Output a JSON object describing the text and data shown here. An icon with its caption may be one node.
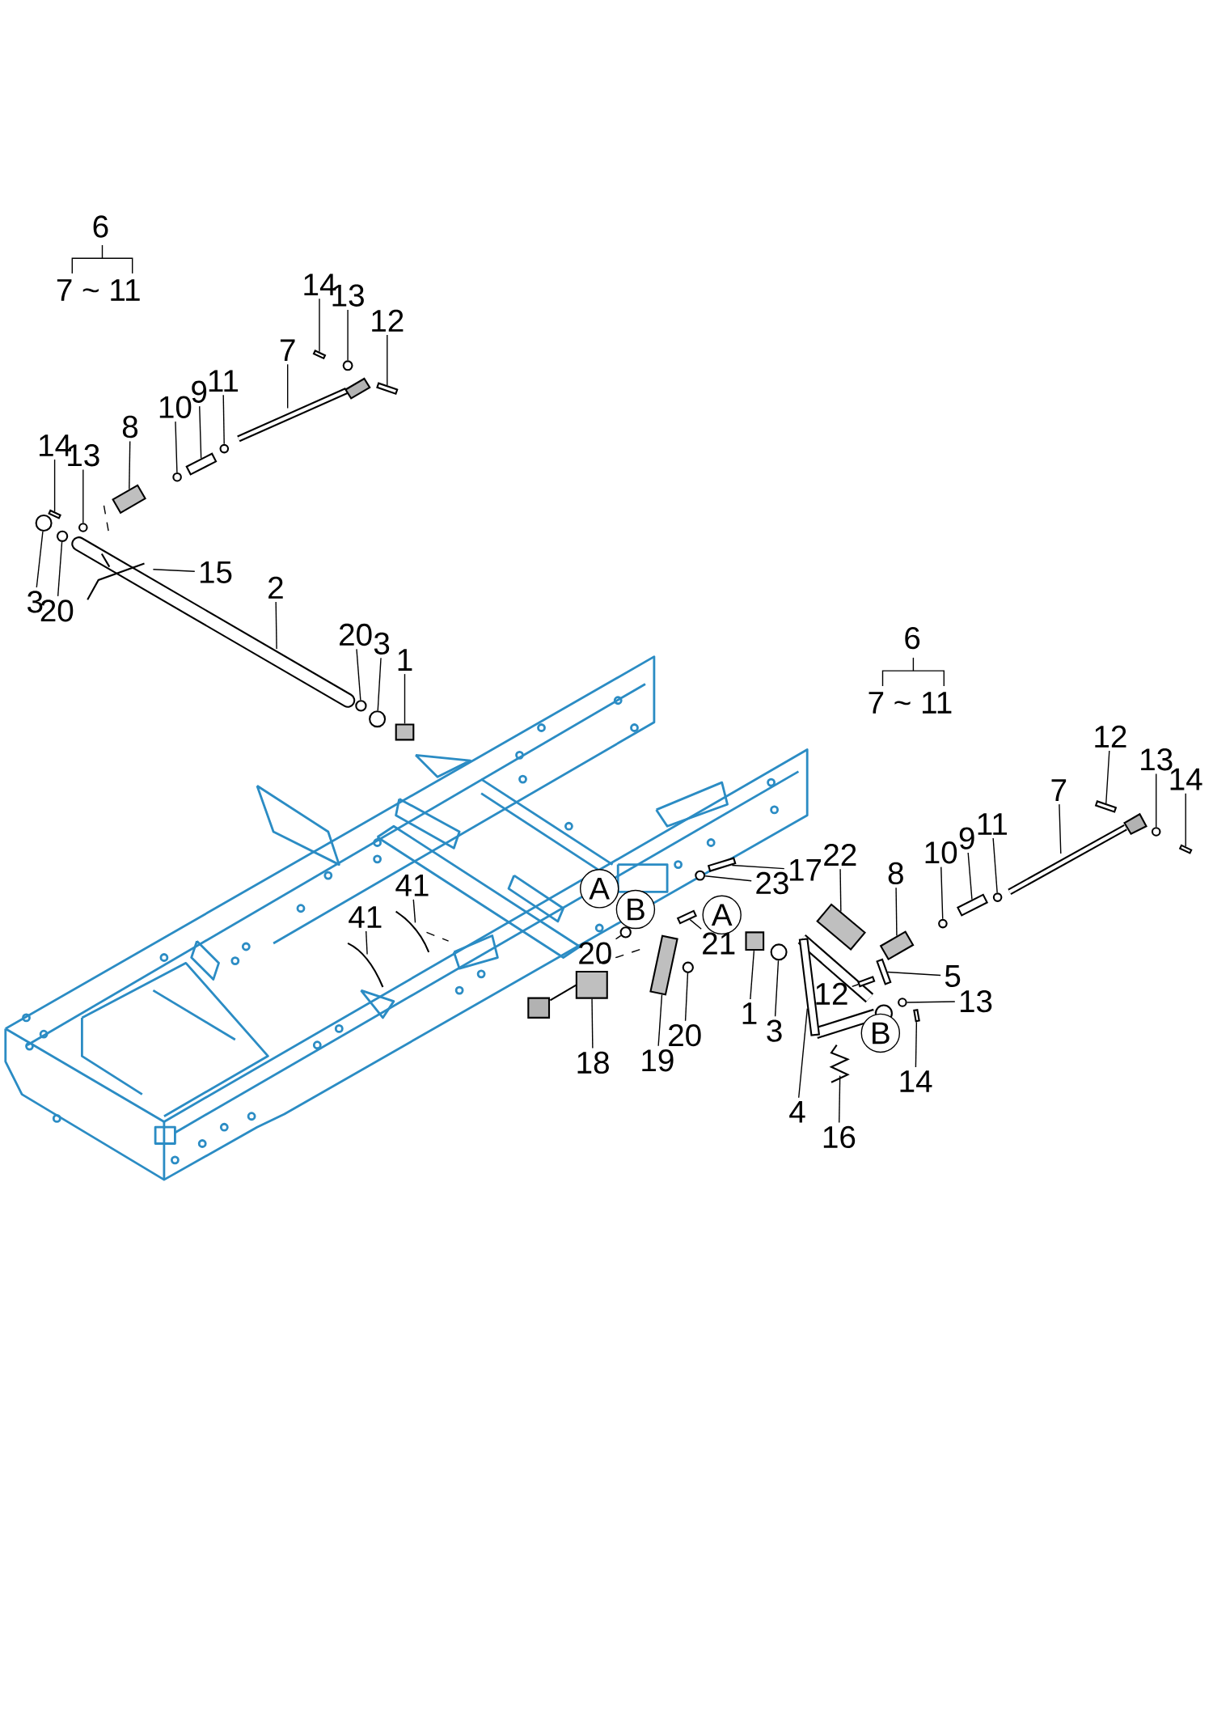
{
  "diagram": {
    "nodes": [
      {
        "text": [
          "14"
        ]
      },
      {
        "text": [
          "13"
        ]
      },
      {
        "text": [
          "12"
        ]
      },
      {
        "text": [
          "7"
        ]
      },
      {
        "text": [
          "11"
        ]
      },
      {
        "text": [
          "9"
        ]
      },
      {
        "text": [
          "10"
        ]
      },
      {
        "text": [
          "8"
        ]
      },
      {
        "text": [
          "14"
        ]
      },
      {
        "text": [
          "13"
        ]
      },
      {
        "text": [
          "15"
        ]
      },
      {
        "text": [
          "3"
        ]
      },
      {
        "text": [
          "20"
        ]
      },
      {
        "text": [
          "2"
        ]
      },
      {
        "text": [
          "20"
        ]
      },
      {
        "text": [
          "3"
        ]
      },
      {
        "text": [
          "1"
        ]
      },
      {
        "text": [
          "12"
        ]
      },
      {
        "text": [
          "13"
        ]
      },
      {
        "text": [
          "14"
        ]
      },
      {
        "text": [
          "7"
        ]
      },
      {
        "text": [
          "11"
        ]
      },
      {
        "text": [
          "9"
        ]
      },
      {
        "text": [
          "10"
        ]
      },
      {
        "text": [
          "22"
        ]
      },
      {
        "text": [
          "17"
        ]
      },
      {
        "text": [
          "8"
        ]
      },
      {
        "text": [
          "23"
        ]
      },
      {
        "text": [
          "A"
        ]
      },
      {
        "text": [
          "41"
        ]
      },
      {
        "text": [
          "B"
        ]
      },
      {
        "text": [
          "A"
        ]
      },
      {
        "text": [
          "41"
        ]
      },
      {
        "text": [
          "21"
        ]
      },
      {
        "text": [
          "20"
        ]
      },
      {
        "text": [
          "5"
        ]
      },
      {
        "text": [
          "12"
        ]
      },
      {
        "text": [
          "13"
        ]
      },
      {
        "text": [
          "1"
        ]
      },
      {
        "text": [
          "3"
        ]
      },
      {
        "text": [
          "B"
        ]
      },
      {
        "text": [
          "20"
        ]
      },
      {
        "text": [
          "19"
        ]
      },
      {
        "text": [
          "18"
        ]
      },
      {
        "text": [
          "14"
        ]
      },
      {
        "text": [
          "4"
        ]
      },
      {
        "text": [
          "16"
        ]
      },
      {
        "text": [],
        "shape": "bar"
      },
      {
        "text": [],
        "shape": "circle"
      },
      {
        "text": [],
        "shape": "bar"
      },
      {
        "text": [],
        "shape": "circle"
      },
      {
        "text": [],
        "shape": "bar"
      },
      {
        "text": [],
        "shape": "circle"
      },
      {
        "text": [],
        "shape": "box"
      },
      {
        "text": [],
        "shape": "bar"
      },
      {
        "text": [],
        "shape": "circle"
      },
      {
        "text": [],
        "shape": "circle"
      },
      {
        "text": [],
        "shape": "circle"
      },
      {
        "text": [],
        "shape": "circle"
      },
      {
        "text": [],
        "shape": "circle"
      },
      {
        "text": [],
        "shape": "box"
      },
      {
        "text": [],
        "shape": "bar"
      },
      {
        "text": [],
        "shape": "circle"
      },
      {
        "text": [],
        "shape": "bar"
      },
      {
        "text": [],
        "shape": "circle"
      },
      {
        "text": [],
        "shape": "bar"
      },
      {
        "text": [],
        "shape": "circle"
      },
      {
        "text": [],
        "shape": "box"
      },
      {
        "text": [],
        "shape": "bar"
      },
      {
        "text": [],
        "shape": "box"
      },
      {
        "text": [],
        "shape": "circle"
      },
      {
        "text": [],
        "shape": "bar"
      },
      {
        "text": [],
        "shape": "circle"
      },
      {
        "text": [],
        "shape": "bar"
      },
      {
        "text": [],
        "shape": "bar"
      },
      {
        "text": [],
        "shape": "circle"
      },
      {
        "text": [],
        "shape": "box"
      },
      {
        "text": [],
        "shape": "circle"
      },
      {
        "text": [],
        "shape": "circle"
      },
      {
        "text": [],
        "shape": "box"
      },
      {
        "text": [],
        "shape": "box"
      },
      {
        "text": [],
        "shape": "bar"
      },
      {
        "text": [],
        "shape": "bar"
      }
    ],
    "edges": [
      {
        "from": 0,
        "to": 47,
        "arrow": "none"
      },
      {
        "from": 1,
        "to": 48,
        "arrow": "none"
      },
      {
        "from": 2,
        "to": 49,
        "arrow": "none"
      },
      {
        "from": 3,
        "to": null,
        "arrow": "none"
      },
      {
        "from": 4,
        "to": 50,
        "arrow": "none"
      },
      {
        "from": 5,
        "to": 51,
        "arrow": "none"
      },
      {
        "from": 6,
        "to": 52,
        "arrow": "none"
      },
      {
        "from": 7,
        "to": 53,
        "arrow": "none"
      },
      {
        "from": 8,
        "to": 54,
        "arrow": "none"
      },
      {
        "from": 9,
        "to": 55,
        "arrow": "none"
      },
      {
        "from": 10,
        "to": null,
        "arrow": "none"
      },
      {
        "from": 11,
        "to": 56,
        "arrow": "none"
      },
      {
        "from": 12,
        "to": 57,
        "arrow": "none"
      },
      {
        "from": 13,
        "to": null,
        "arrow": "none"
      },
      {
        "from": 14,
        "to": 58,
        "arrow": "none"
      },
      {
        "from": 15,
        "to": 59,
        "arrow": "none"
      },
      {
        "from": 16,
        "to": 60,
        "arrow": "none"
      },
      {
        "from": 17,
        "to": 61,
        "arrow": "none"
      },
      {
        "from": 18,
        "to": 62,
        "arrow": "none"
      },
      {
        "from": 19,
        "to": 63,
        "arrow": "none"
      },
      {
        "from": 20,
        "to": null,
        "arrow": "none"
      },
      {
        "from": 21,
        "to": 64,
        "arrow": "none"
      },
      {
        "from": 22,
        "to": 65,
        "arrow": "none"
      },
      {
        "from": 23,
        "to": 66,
        "arrow": "none"
      },
      {
        "from": 24,
        "to": 67,
        "arrow": "none"
      },
      {
        "from": 25,
        "to": 68,
        "arrow": "none"
      },
      {
        "from": 26,
        "to": 69,
        "arrow": "none"
      },
      {
        "from": 27,
        "to": 70,
        "arrow": "none"
      },
      {
        "from": 29,
        "to": null,
        "arrow": "none"
      },
      {
        "from": 32,
        "to": null,
        "arrow": "none"
      },
      {
        "from": 33,
        "to": 71,
        "arrow": "none"
      },
      {
        "from": 34,
        "to": 72,
        "arrow": "none"
      },
      {
        "from": 35,
        "to": 73,
        "arrow": "none"
      },
      {
        "from": 36,
        "to": 74,
        "arrow": "none"
      },
      {
        "from": 37,
        "to": 75,
        "arrow": "none"
      },
      {
        "from": 38,
        "to": 76,
        "arrow": "none"
      },
      {
        "from": 39,
        "to": 77,
        "arrow": "none"
      },
      {
        "from": 41,
        "to": 78,
        "arrow": "none"
      },
      {
        "from": 42,
        "to": 79,
        "arrow": "none"
      },
      {
        "from": 43,
        "to": 80,
        "arrow": "none"
      },
      {
        "from": 44,
        "to": 81,
        "arrow": "none"
      },
      {
        "from": 45,
        "to": 82,
        "arrow": "none"
      },
      {
        "from": 46,
        "to": null,
        "arrow": "none"
      }
    ],
    "labels": [
      "6",
      "7 ~ 11",
      "6",
      "7 ~ 11"
    ]
  }
}
